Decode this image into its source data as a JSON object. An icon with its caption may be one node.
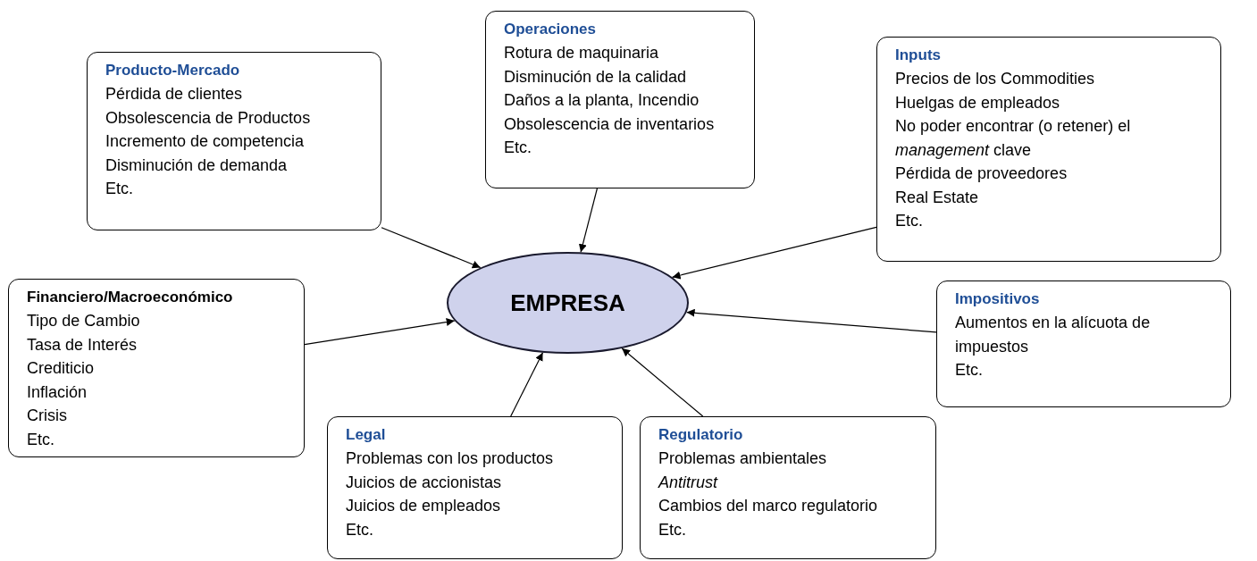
{
  "diagram": {
    "nodes": [
      {
        "text": [
          "Producto-Mercado",
          "Pérdida de clientes",
          "Obsolescencia de Productos",
          "Incremento de competencia",
          "Disminución de demanda",
          "Etc."
        ]
      },
      {
        "text": [
          "Operaciones",
          "Rotura de maquinaria",
          "Disminución de la calidad",
          "Daños a la planta, Incendio",
          "Obsolescencia de inventarios",
          "Etc."
        ]
      },
      {
        "text": [
          "Inputs",
          "Precios de los Commodities",
          "Huelgas de empleados",
          "No poder encontrar (o retener) el *management* clave",
          "Pérdida de proveedores",
          "Real Estate",
          "Etc."
        ]
      },
      {
        "text": [
          "Financiero/Macroeconómico",
          "Tipo de Cambio",
          "Tasa de Interés",
          "Crediticio",
          "Inflación",
          "Crisis",
          "Etc."
        ]
      },
      {
        "text": [
          "EMPRESA"
        ]
      },
      {
        "text": [
          "Impositivos",
          "Aumentos en la alícuota de impuestos",
          "Etc."
        ]
      },
      {
        "text": [
          "Legal",
          "Problemas con los productos",
          "Juicios de accionistas",
          "Juicios de empleados",
          "Etc."
        ]
      },
      {
        "text": [
          "Regulatorio",
          "Problemas ambientales",
          "*Antitrust*",
          "Cambios del marco regulatorio",
          "Etc."
        ]
      }
    ],
    "edges": [
      {
        "from": 0,
        "to": 4,
        "arrow": "to"
      },
      {
        "from": 1,
        "to": 4,
        "arrow": "to"
      },
      {
        "from": 2,
        "to": 4,
        "arrow": "to"
      },
      {
        "from": 3,
        "to": 4,
        "arrow": "to"
      },
      {
        "from": 5,
        "to": 4,
        "arrow": "to"
      },
      {
        "from": 6,
        "to": 4,
        "arrow": "to"
      },
      {
        "from": 7,
        "to": 4,
        "arrow": "to"
      }
    ]
  }
}
